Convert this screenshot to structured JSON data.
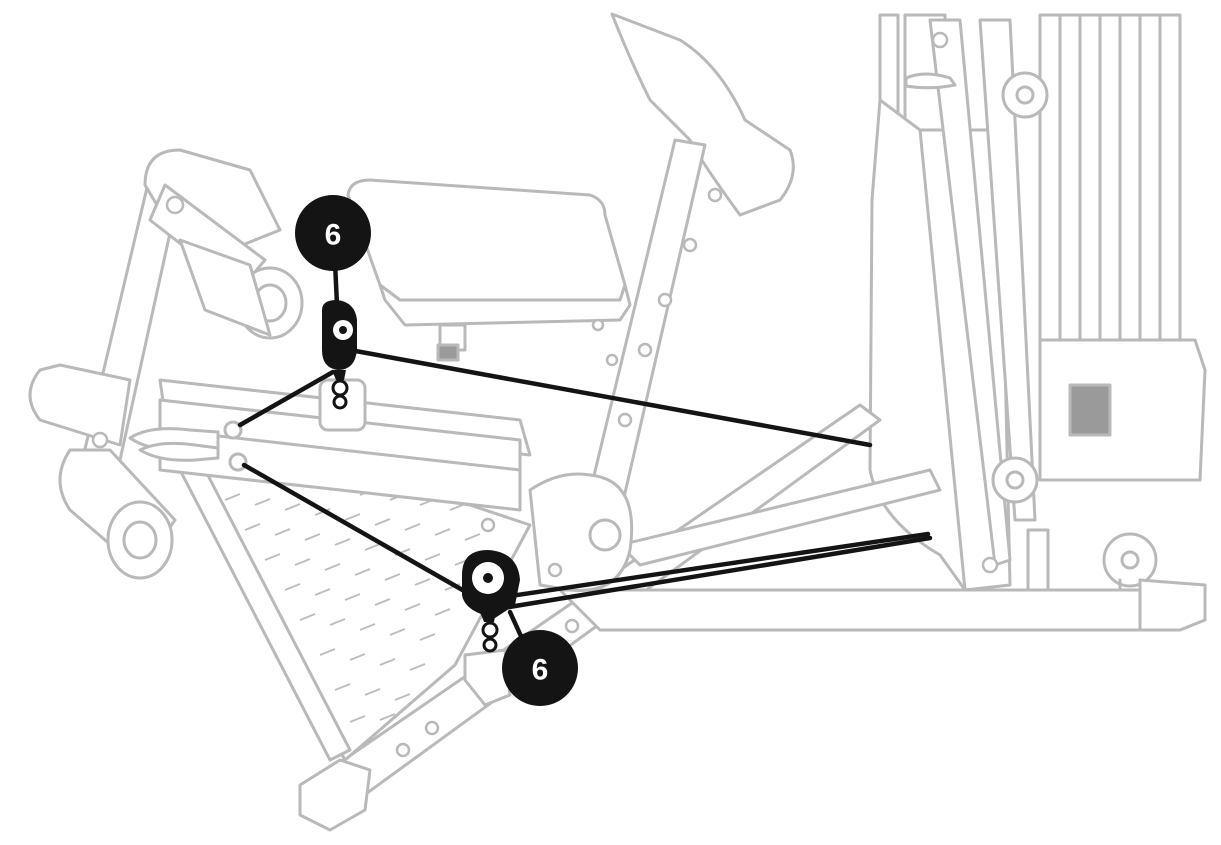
{
  "callouts": [
    {
      "id": "upper",
      "label": "6"
    },
    {
      "id": "lower",
      "label": "6"
    }
  ],
  "colors": {
    "frame_stroke": "#b9b9b9",
    "cable": "#141414",
    "callout_fill": "#141414",
    "callout_text": "#ffffff",
    "background": "#ffffff"
  }
}
